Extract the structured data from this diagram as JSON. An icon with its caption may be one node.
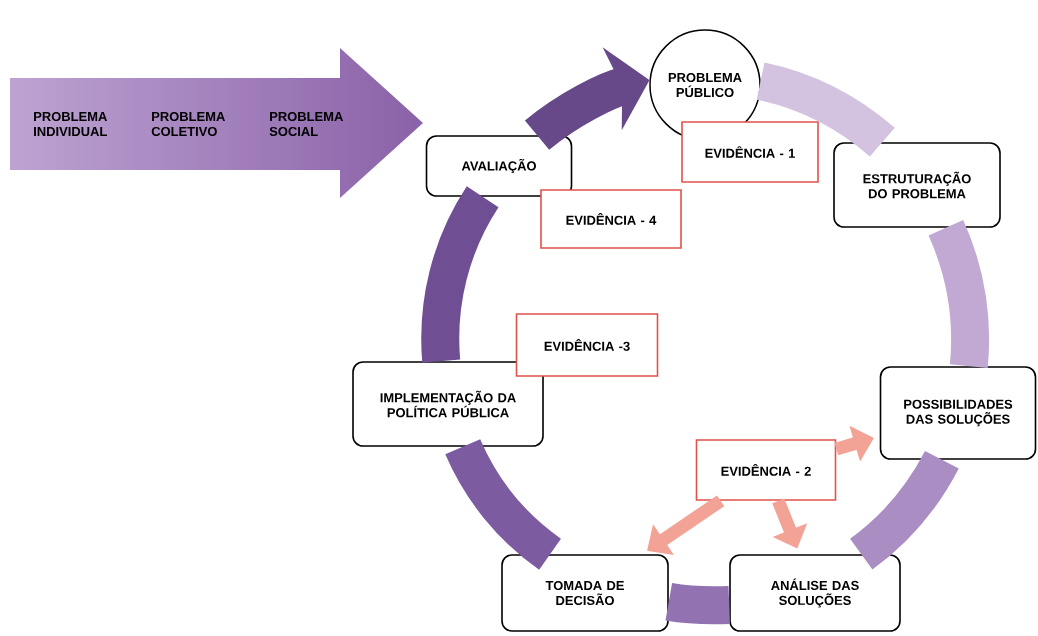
{
  "diagram": {
    "nodes": [
      {
        "text": [
          "PROBLEMA INDIVIDUAL",
          "PROBLEMA COLETIVO",
          "PROBLEMA SOCIAL"
        ]
      },
      {
        "text": [
          "PROBLEMA PÚBLICO"
        ]
      },
      {
        "text": [
          "EVIDÊNCIA - 1"
        ]
      },
      {
        "text": [
          "ESTRUTURAÇÃO DO PROBLEMA"
        ]
      },
      {
        "text": [
          "POSSIBILIDADES DAS SOLUÇÕES"
        ]
      },
      {
        "text": [
          "EVIDÊNCIA - 2"
        ]
      },
      {
        "text": [
          "ANÁLISE DAS SOLUÇÕES"
        ]
      },
      {
        "text": [
          "TOMADA DE DECISÃO"
        ]
      },
      {
        "text": [
          "IMPLEMENTAÇÃO DA POLÍTICA PÚBLICA"
        ]
      },
      {
        "text": [
          "EVIDÊNCIA -3"
        ]
      },
      {
        "text": [
          "AVALIAÇÃO"
        ]
      },
      {
        "text": [
          "EVIDÊNCIA - 4"
        ]
      }
    ],
    "edges": [
      {
        "from": 1,
        "to": 3,
        "arrow": "none",
        "color": "#d4c3e0"
      },
      {
        "from": 3,
        "to": 4,
        "arrow": "none",
        "color": "#c1a9d3"
      },
      {
        "from": 4,
        "to": 6,
        "arrow": "none",
        "color": "#aa8ec3"
      },
      {
        "from": 6,
        "to": 7,
        "arrow": "none",
        "color": "#9272b0"
      },
      {
        "from": 7,
        "to": 8,
        "arrow": "none",
        "color": "#7d5ba0"
      },
      {
        "from": 8,
        "to": 10,
        "arrow": "none",
        "color": "#6f4e93"
      },
      {
        "from": 10,
        "to": 1,
        "arrow": "to",
        "color": "#674889"
      },
      {
        "from": 5,
        "to": 4,
        "arrow": "to",
        "color": "#f2a396"
      },
      {
        "from": 5,
        "to": 6,
        "arrow": "to",
        "color": "#f2a396"
      },
      {
        "from": 5,
        "to": 7,
        "arrow": "to",
        "color": "#f2a396"
      }
    ]
  }
}
